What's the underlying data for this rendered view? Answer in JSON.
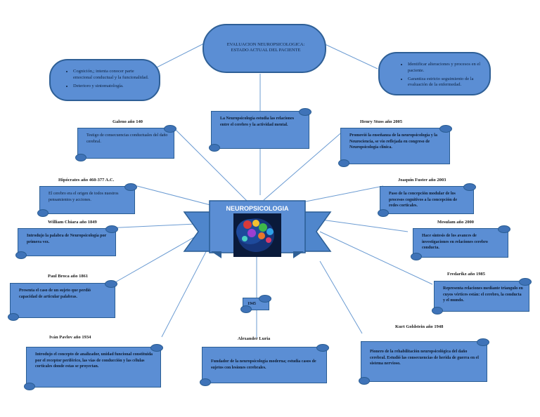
{
  "root": {
    "title_line1": "EVALUACION NEUROPSICOLOGICA:",
    "title_line2": "ESTADO ACTUAL DEL PACIENTE"
  },
  "left_oval": {
    "items": [
      "Cognición,; intenta conocer parte emocional conductual y la funcionalidad.",
      "Deterioro y sintomatología."
    ]
  },
  "right_oval": {
    "items": [
      "Identificar alteraciones y procesos en el paciente.",
      "Garantiza estricto seguimiento de la evaluación de la enfermedad."
    ]
  },
  "center_box": {
    "text": "La Neuropsicología estudia las relaciones entre el cerebro y la actividad mental."
  },
  "hub": {
    "label": "NEUROPSICOLOGIA"
  },
  "nodes": {
    "galeno": {
      "label": "Galeno año 140",
      "text": "Testigo de consecuencias conductuales del daño cerebral."
    },
    "hipocrates": {
      "label": "Hipócrates año 460-377 A.C.",
      "text": "El cerebro era el origen de todos nuestros pensamientos y acciones."
    },
    "chiara": {
      "label": "William Chiara año 1849",
      "text": "Introdujo la palabra de Neuropsicología por primera vez."
    },
    "broca": {
      "label": "Paul Broca año 1861",
      "text": "Presenta el caso de un sujeto que perdió capacidad de articular palabras."
    },
    "pavlov": {
      "label": "Iván Pavlov año 1934",
      "text": "Introdujo el concepto de analizador, unidad funcional constituida por el receptor periférico, las vías de conducción y las células corticales donde estas se proyectan."
    },
    "year_1945": {
      "text": "1945"
    },
    "luria": {
      "label": "Alexander Luria",
      "text": "Fundador de la neuropsicología moderna; estudia casos de sujetos con lesiones cerebrales."
    },
    "goldstein": {
      "label": "Kurt Goldstein año 1948",
      "text": "Pionero de la rehabilitación neuropsicológica del daño cerebral. Estudió las consecuencias de herida de guerra en el sistema nervioso."
    },
    "stuss": {
      "label": "Henry Stuss año 2005",
      "text": "Promovió la enseñanza de la neuropsicología y la Neurociencia, se vio reflejada en congreso de Neuropsicología clínica."
    },
    "fuster": {
      "label": "Joaquín Fuster año 2003",
      "text": "Paso de la concepción modular de los procesos cognitivos a la concepción de redes corticales."
    },
    "mesulam": {
      "label": "Mesulam año 2000",
      "text": "Hace síntesis de los avances de investigaciones en relaciones cerebro conducta."
    },
    "fredarikz": {
      "label": "Fredarikz año 1985",
      "text": "Representa relaciones mediante triangulo en cuyos vértices están: el cerebro, la conducta y el mundo."
    }
  }
}
